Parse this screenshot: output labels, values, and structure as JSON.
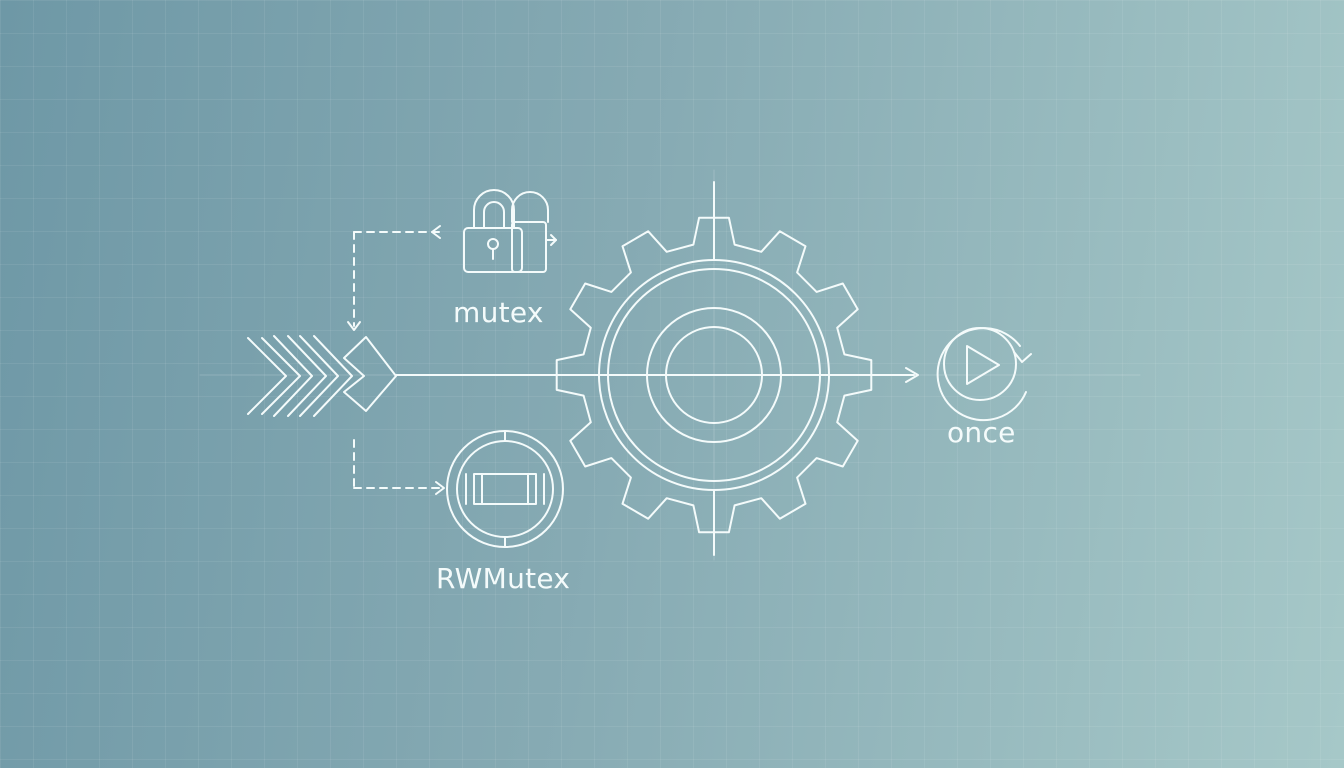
{
  "labels": {
    "mutex": "mutex",
    "rwmutex": "RWMutex",
    "once": "once"
  },
  "colors": {
    "stroke": "#f4fbfb",
    "background_left": "#6e98a6",
    "background_right": "#a6c8c8"
  },
  "icons": [
    "chevrons-icon",
    "padlock-icon",
    "rw-lock-icon",
    "gear-icon",
    "play-once-icon"
  ]
}
